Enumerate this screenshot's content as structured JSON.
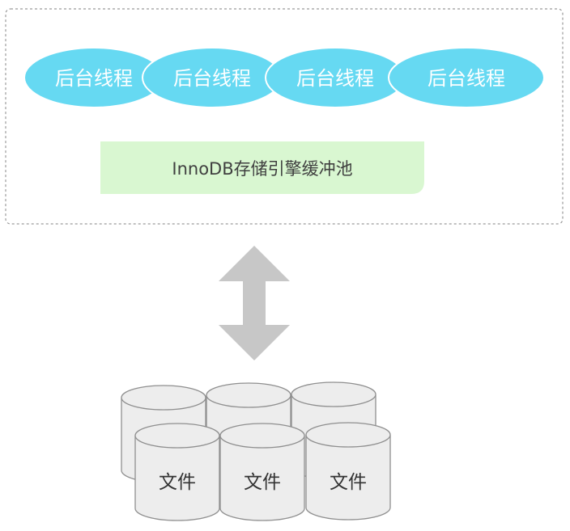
{
  "background_threads": {
    "color": "#66d9f2",
    "items": [
      {
        "label": "后台线程"
      },
      {
        "label": "后台线程"
      },
      {
        "label": "后台线程"
      },
      {
        "label": "后台线程"
      }
    ]
  },
  "buffer_pool": {
    "label": "InnoDB存储引擎缓冲池",
    "color": "#d9f7d1"
  },
  "io_arrow": {
    "icon": "double-arrow-vertical",
    "color": "#c7c7c7"
  },
  "files": {
    "back_row": [
      {
        "label": ""
      },
      {
        "label": ""
      },
      {
        "label": ""
      }
    ],
    "front_row": [
      {
        "label": "文件"
      },
      {
        "label": "文件"
      },
      {
        "label": "文件"
      }
    ],
    "fill": "#ededed",
    "stroke": "#8f8f8f"
  }
}
